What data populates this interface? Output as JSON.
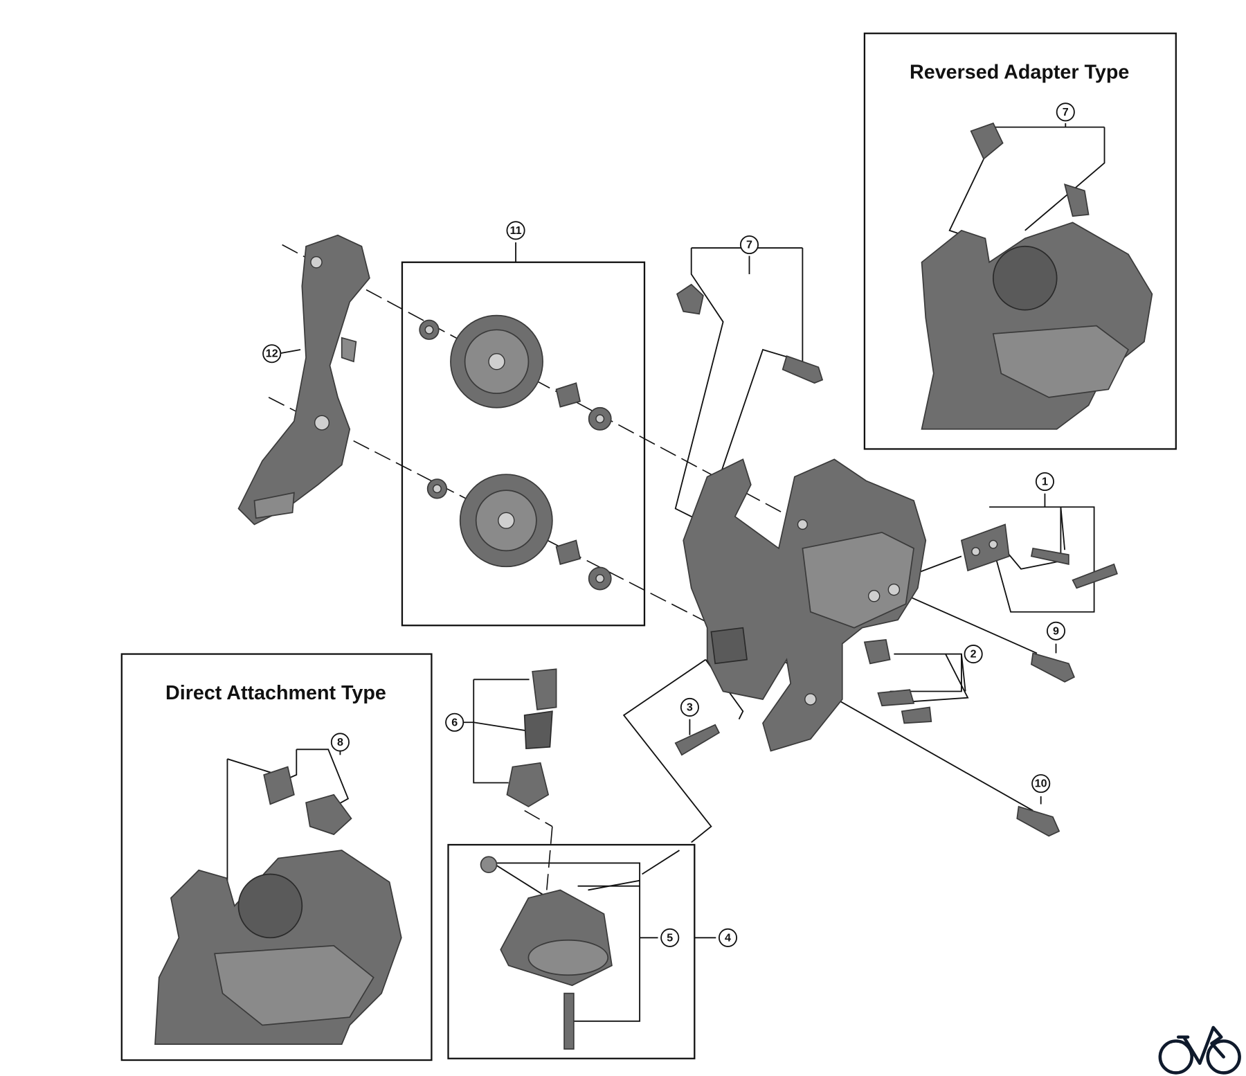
{
  "titles": {
    "reversed_adapter": "Reversed Adapter Type",
    "direct_attachment": "Direct Attachment Type"
  },
  "callouts": {
    "c11": "11",
    "c7_main": "7",
    "c7_reversed": "7",
    "c12": "12",
    "c1": "1",
    "c9": "9",
    "c2": "2",
    "c3": "3",
    "c6": "6",
    "c8": "8",
    "c10": "10",
    "c5": "5",
    "c4": "4"
  },
  "logo": {
    "icon": "bicycle-logo-icon",
    "color": "#0f1a2c"
  },
  "colors": {
    "part": "#6e6e6e",
    "line": "#111111"
  }
}
